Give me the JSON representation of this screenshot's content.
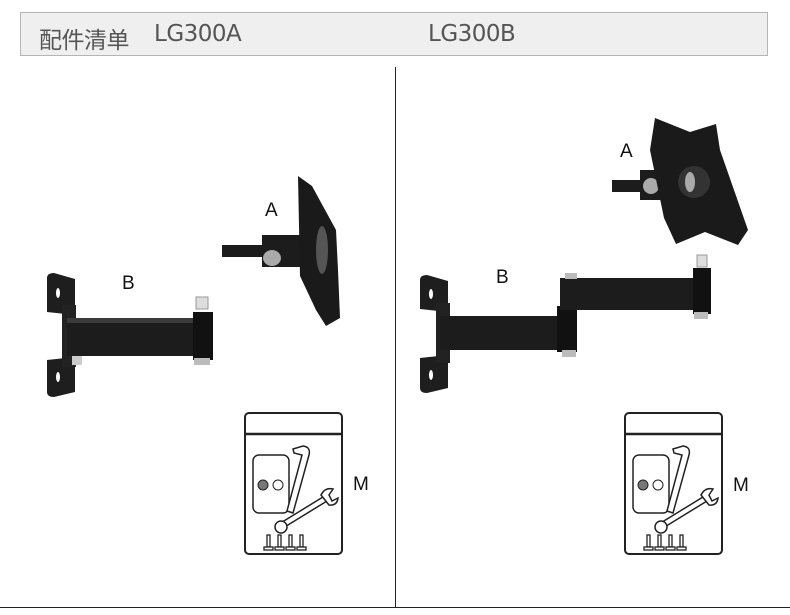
{
  "header": {
    "title": "配件清单",
    "model_a": "LG300A",
    "model_b": "LG300B"
  },
  "left_panel": {
    "label_a": "A",
    "label_b": "B",
    "label_m": "M"
  },
  "right_panel": {
    "label_a": "A",
    "label_b": "B",
    "label_m": "M"
  }
}
